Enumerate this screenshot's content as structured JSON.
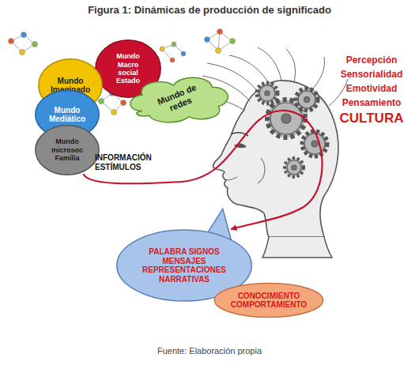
{
  "diagram": {
    "title": "Figura 1: Dinámicas de producción de significado",
    "caption": "Fuente: Elaboración propia",
    "nodes": [
      {
        "text": [
          "Mundo Macro social Estado"
        ]
      },
      {
        "text": [
          "Mundo Imaginado"
        ]
      },
      {
        "text": [
          "Mundo Mediático"
        ]
      },
      {
        "text": [
          "Mundo microsoc Familia"
        ]
      },
      {
        "text": [
          "Mundo de redes"
        ]
      },
      {
        "text": [
          "PALABRA SIGNOS MENSAJES REPRESENTACIONES NARRATIVAS"
        ]
      },
      {
        "text": [
          "CONOCIMIENTO COMPORTAMIENTO"
        ]
      }
    ],
    "edges": [
      {
        "from": 3,
        "to": 5,
        "arrow": "to"
      }
    ],
    "labels": [
      "INFORMACIÓN ESTÍMULOS",
      "Percepción",
      "Sensorialidad",
      "Emotividad",
      "Pensamiento",
      "CULTURA"
    ]
  }
}
